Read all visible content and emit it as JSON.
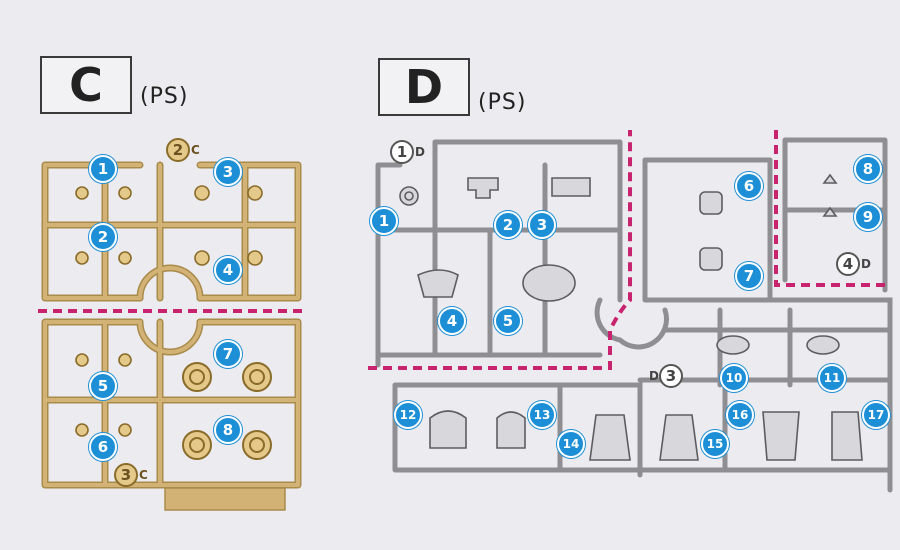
{
  "sections": {
    "c": {
      "letter": "C",
      "material": "(PS)"
    },
    "d": {
      "letter": "D",
      "material": "(PS)"
    }
  },
  "frame_tags": {
    "c_top": {
      "number": "2",
      "letter": "C"
    },
    "c_bottom": {
      "number": "3",
      "letter": "C"
    },
    "d_one": {
      "number": "1",
      "letter": "D"
    },
    "d_three": {
      "number": "3",
      "letter": "D"
    },
    "d_four": {
      "number": "4",
      "letter": "D"
    }
  },
  "part_numbers": {
    "c": [
      "1",
      "2",
      "3",
      "4",
      "5",
      "6",
      "7",
      "8"
    ],
    "d": [
      "1",
      "2",
      "3",
      "4",
      "5",
      "6",
      "7",
      "8",
      "9",
      "10",
      "11",
      "12",
      "13",
      "14",
      "15",
      "16",
      "17"
    ]
  },
  "colors": {
    "c_runner": "#d2b275",
    "c_runner_dark": "#a98b4b",
    "d_runner": "#8f8f93",
    "badge": "#1d8fd6",
    "cut_line": "#c8236e"
  }
}
